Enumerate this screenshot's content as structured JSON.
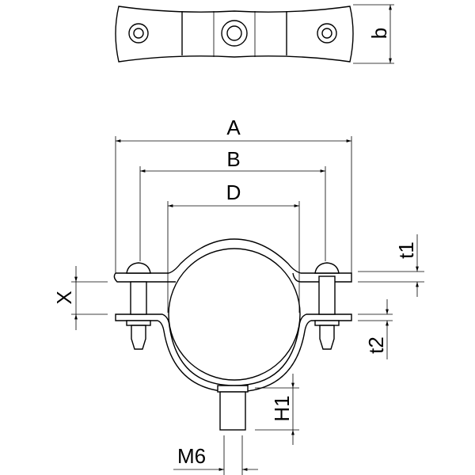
{
  "top_view": {
    "dimension_label": "b"
  },
  "front_view": {
    "dimensions": {
      "A": "A",
      "B": "B",
      "D": "D",
      "X": "X",
      "t1": "t1",
      "t2": "t2",
      "H1": "H1",
      "M6": "M6"
    }
  }
}
